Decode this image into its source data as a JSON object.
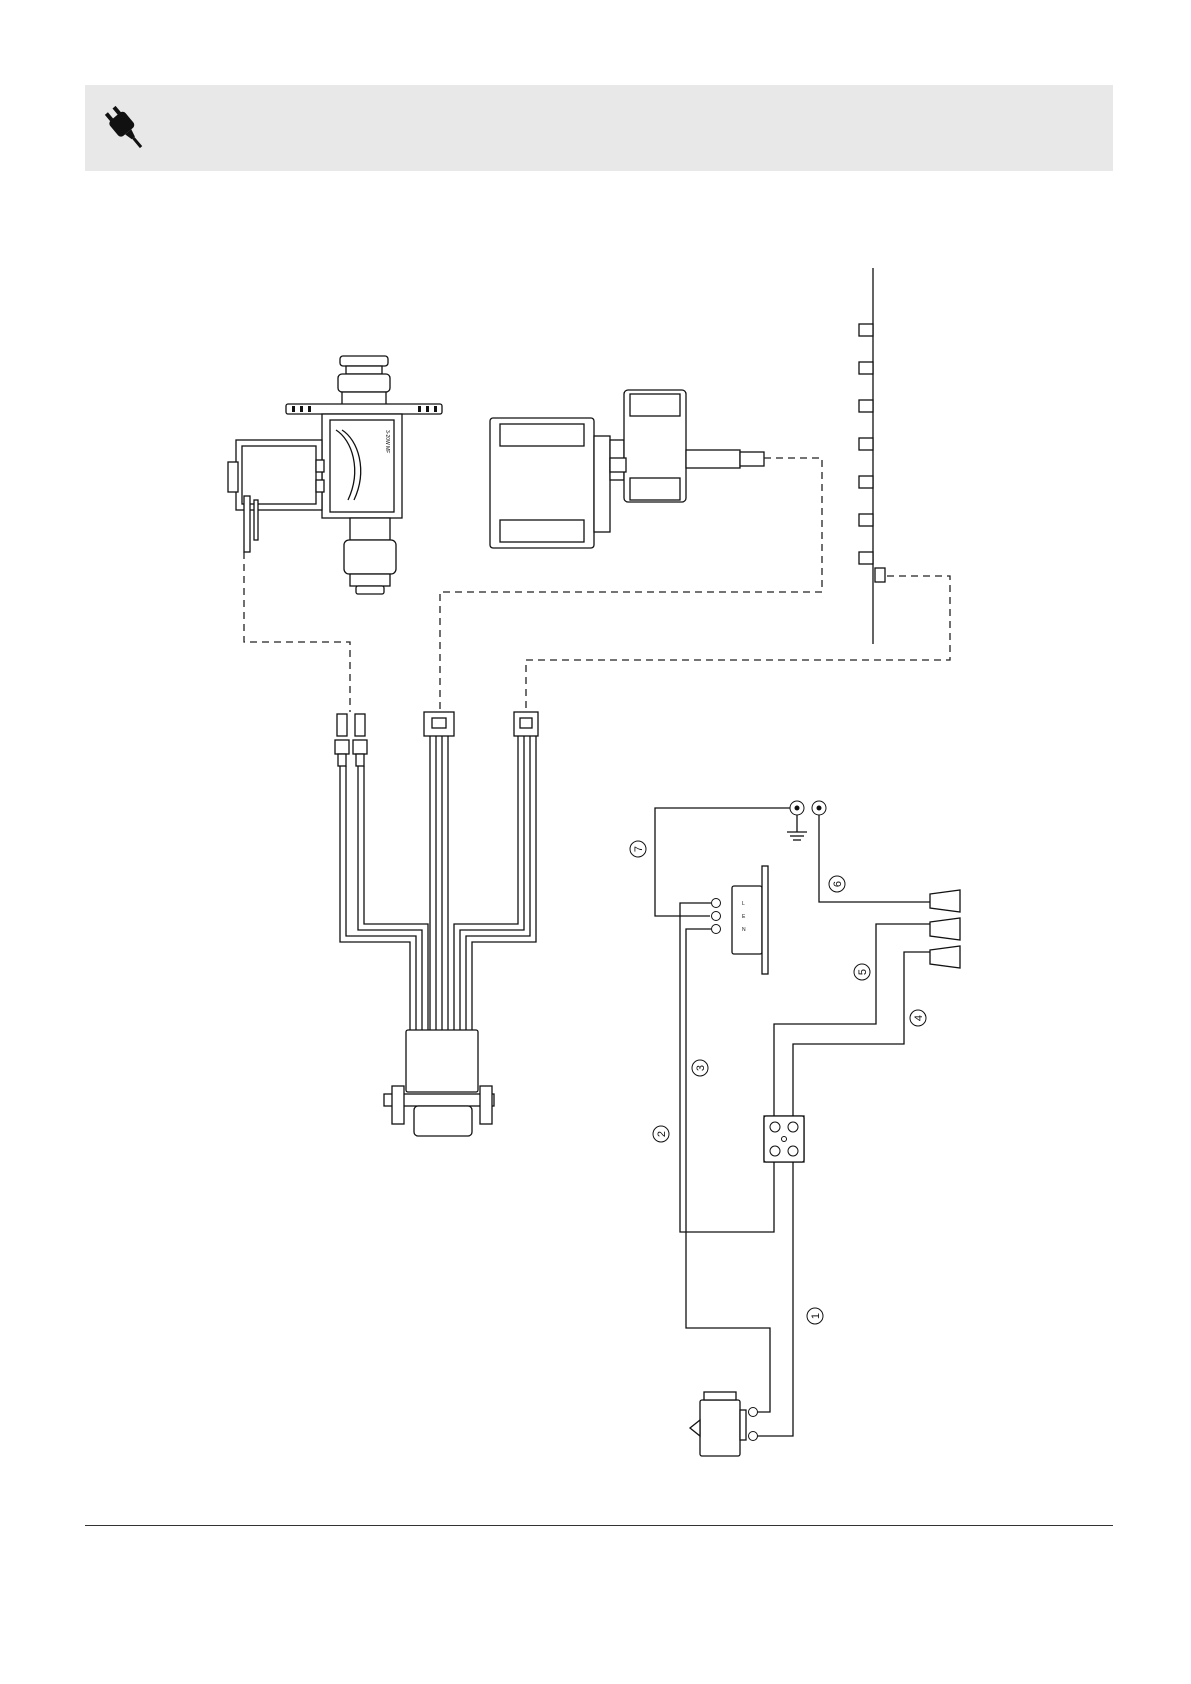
{
  "header": {
    "icon": "power-plug-icon",
    "background": "#e8e8e8"
  },
  "wire_labels": [
    {
      "id": "w1",
      "text": "1"
    },
    {
      "id": "w2",
      "text": "2"
    },
    {
      "id": "w3",
      "text": "3"
    },
    {
      "id": "w4",
      "text": "4"
    },
    {
      "id": "w5",
      "text": "5"
    },
    {
      "id": "w6",
      "text": "6"
    },
    {
      "id": "w7",
      "text": "7"
    }
  ],
  "socket_terminals": {
    "l": "L",
    "e": "E",
    "n": "N"
  }
}
